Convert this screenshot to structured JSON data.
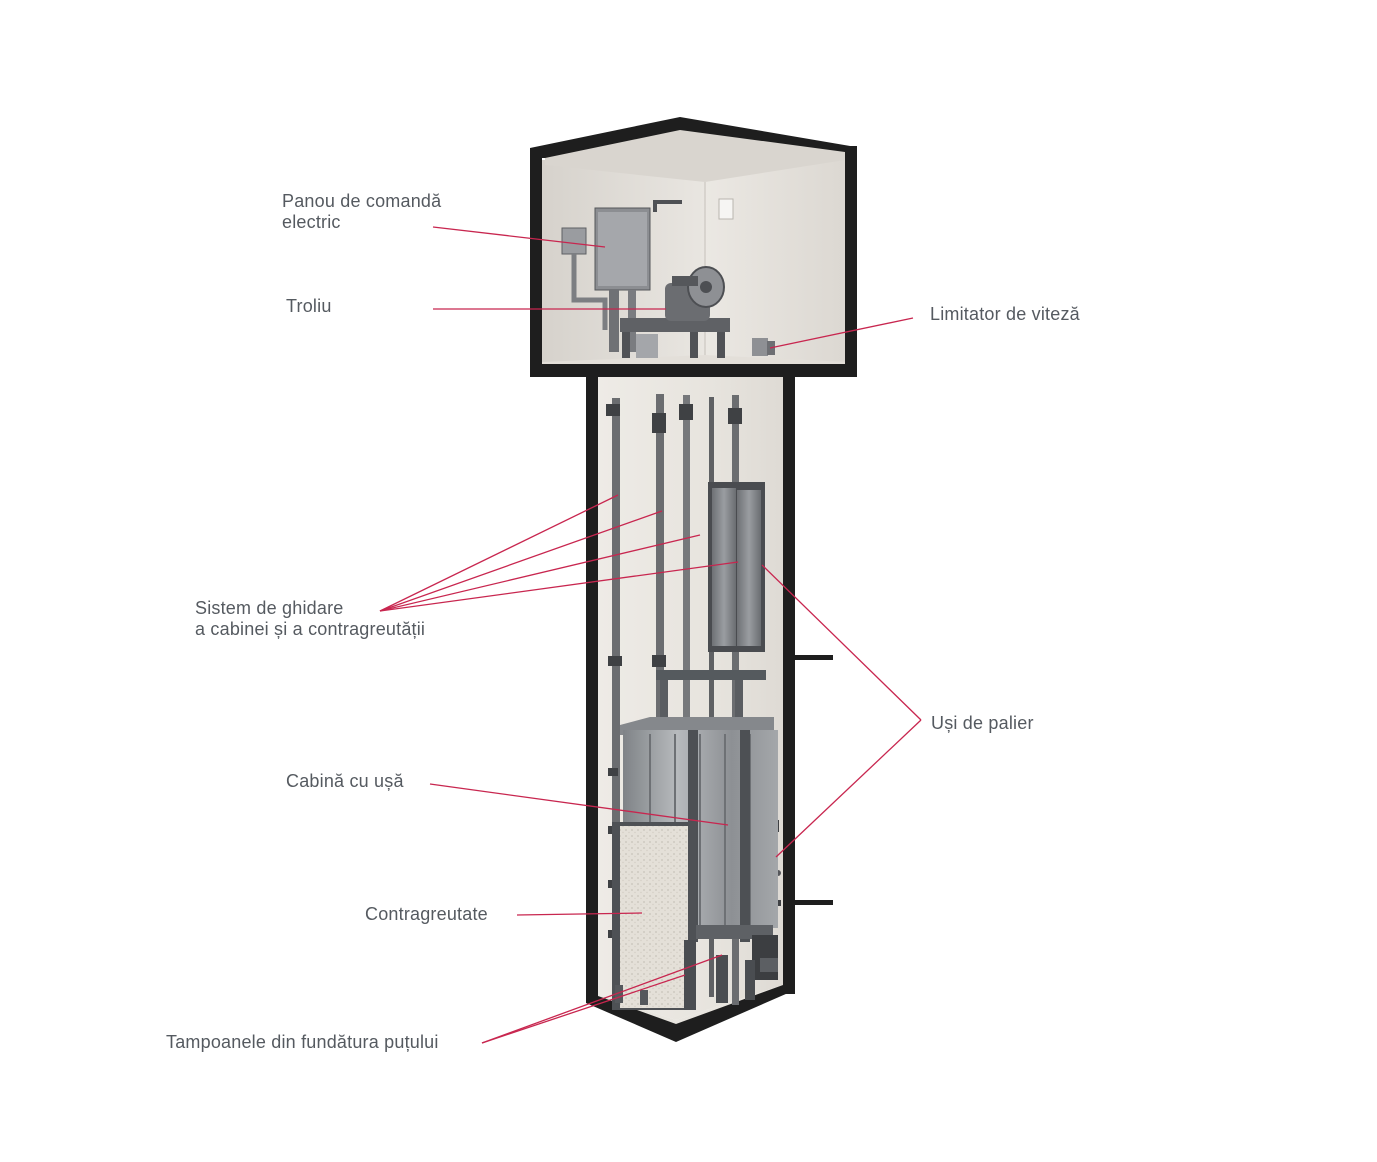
{
  "diagram": {
    "accent_color": "#c8264f",
    "labels": {
      "control_panel": [
        "Panou de comandă",
        "electric"
      ],
      "winch": "Troliu",
      "speed_limiter": "Limitator de viteză",
      "guide_system": [
        "Sistem de ghidare",
        "a cabinei și a contragreutății"
      ],
      "landing_doors": "Uși de palier",
      "car_with_door": "Cabină cu ușă",
      "counterweight": "Contragreutate",
      "pit_buffers": "Tampoanele din fundătura puțului"
    },
    "components": [
      "machine-room",
      "control-panel-box",
      "winch-motor",
      "speed-limiter-device",
      "hoistway",
      "guide-rails",
      "landing-door",
      "elevator-car",
      "counterweight-block",
      "pit-buffers"
    ]
  }
}
